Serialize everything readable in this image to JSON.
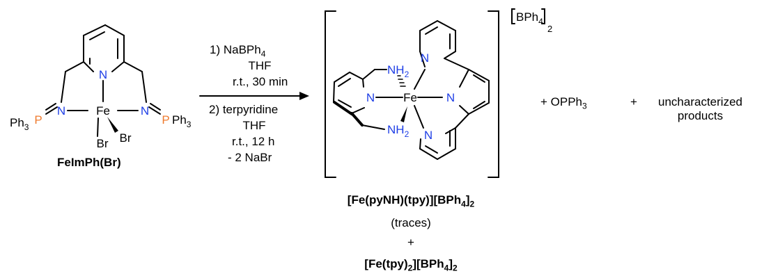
{
  "colors": {
    "nitrogen": "#1f3fe6",
    "phosphorus": "#ef7b2f",
    "bond": "#000000"
  },
  "reactant": {
    "label": "FeImPh(Br)",
    "atoms": {
      "n_pyridine": "N",
      "n_left": "N",
      "n_right": "N",
      "iron": "Fe",
      "br_1": "Br",
      "br_2": "Br",
      "ph3_left": "Ph",
      "ph3_left_sub": "3",
      "p_left": "P",
      "p_right": "P",
      "ph3_right": "Ph",
      "ph3_right_sub": "3"
    }
  },
  "conditions": {
    "step1": {
      "reagent": "1)  NaBPh",
      "reagent_sub": "4",
      "solvent": "THF",
      "time": "r.t., 30 min"
    },
    "step2": {
      "reagent": "2) terpyridine",
      "solvent": "THF",
      "time": "r.t., 12 h",
      "byproduct": "- 2 NaBr"
    }
  },
  "product": {
    "atoms": {
      "nh_top": "NH",
      "nh_top_sub": "2",
      "nh_bottom": "NH",
      "nh_bottom_sub": "2",
      "n_py": "N",
      "iron": "Fe",
      "n_tpy_top": "N",
      "n_tpy_center": "N",
      "n_tpy_bottom": "N"
    },
    "counterion": {
      "text": "BPh",
      "sub": "4",
      "count": "2"
    },
    "name": {
      "a": "[Fe(pyNH)(tpy)][BPh",
      "sub": "4",
      "b": "]",
      "sub2": "2"
    },
    "note": "(traces)",
    "plus": "+",
    "name2": {
      "a": "[Fe(tpy)",
      "sub1": "2",
      "b": "][BPh",
      "sub2": "4",
      "c": "]",
      "sub3": "2"
    }
  },
  "side_products": {
    "plus1": "+ OPPh",
    "opph_sub": "3",
    "plus2": "+",
    "uncharacterized_1": "uncharacterized",
    "uncharacterized_2": "products"
  }
}
